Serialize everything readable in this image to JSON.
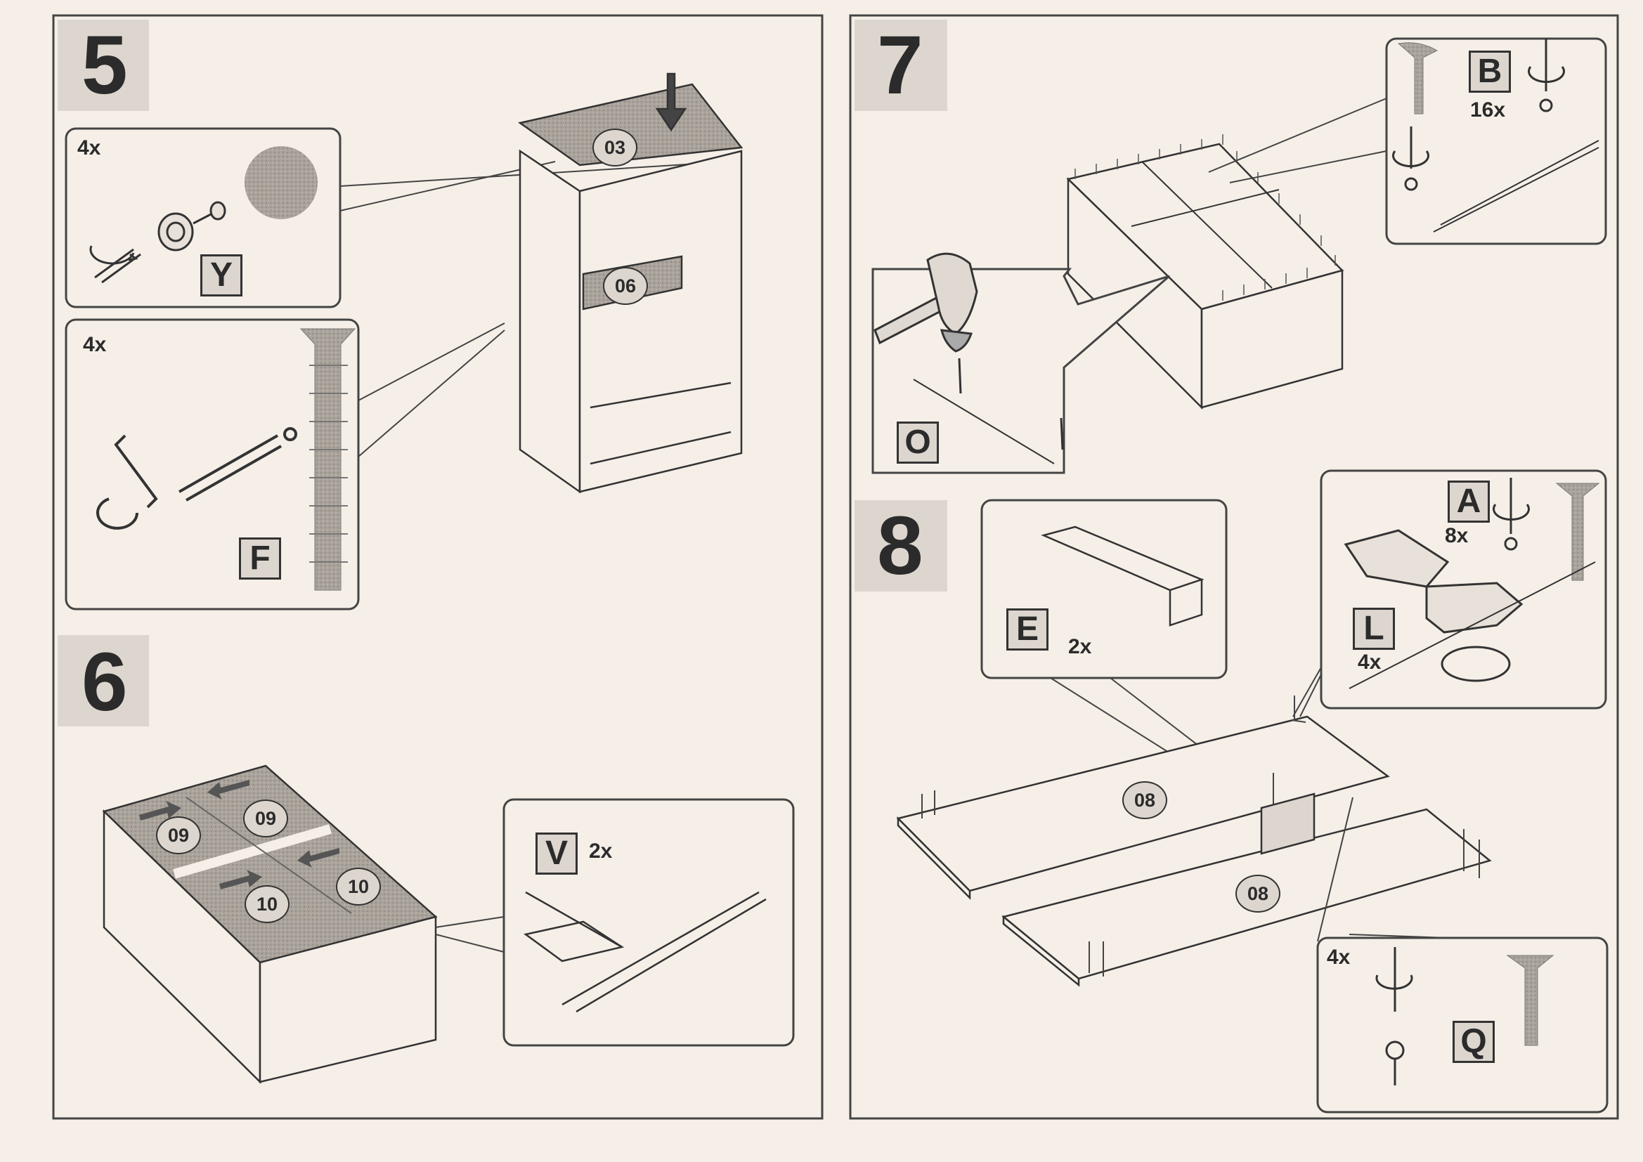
{
  "steps": [
    {
      "number": "5",
      "callouts": [
        {
          "qty": "4x",
          "part_letter": "Y"
        },
        {
          "qty": "4x",
          "part_letter": "F"
        }
      ],
      "parts": [
        "03",
        "06"
      ]
    },
    {
      "number": "6",
      "callouts": [
        {
          "qty": "2x",
          "part_letter": "V"
        }
      ],
      "parts": [
        "09",
        "09",
        "10",
        "10"
      ]
    },
    {
      "number": "7",
      "callouts": [
        {
          "qty": "16x",
          "part_letter": "B"
        },
        {
          "part_letter": "O"
        }
      ]
    },
    {
      "number": "8",
      "callouts": [
        {
          "qty": "2x",
          "part_letter": "E"
        },
        {
          "qty": "8x",
          "part_letter": "A"
        },
        {
          "qty": "4x",
          "part_letter": "L"
        },
        {
          "qty": "4x",
          "part_letter": "Q"
        }
      ],
      "parts": [
        "08",
        "08"
      ]
    }
  ],
  "colors": {
    "paper": "#f5efe8",
    "ink": "#3a3a3a",
    "tone": "#a9a29a",
    "number_bg": "#ddd6cf"
  }
}
